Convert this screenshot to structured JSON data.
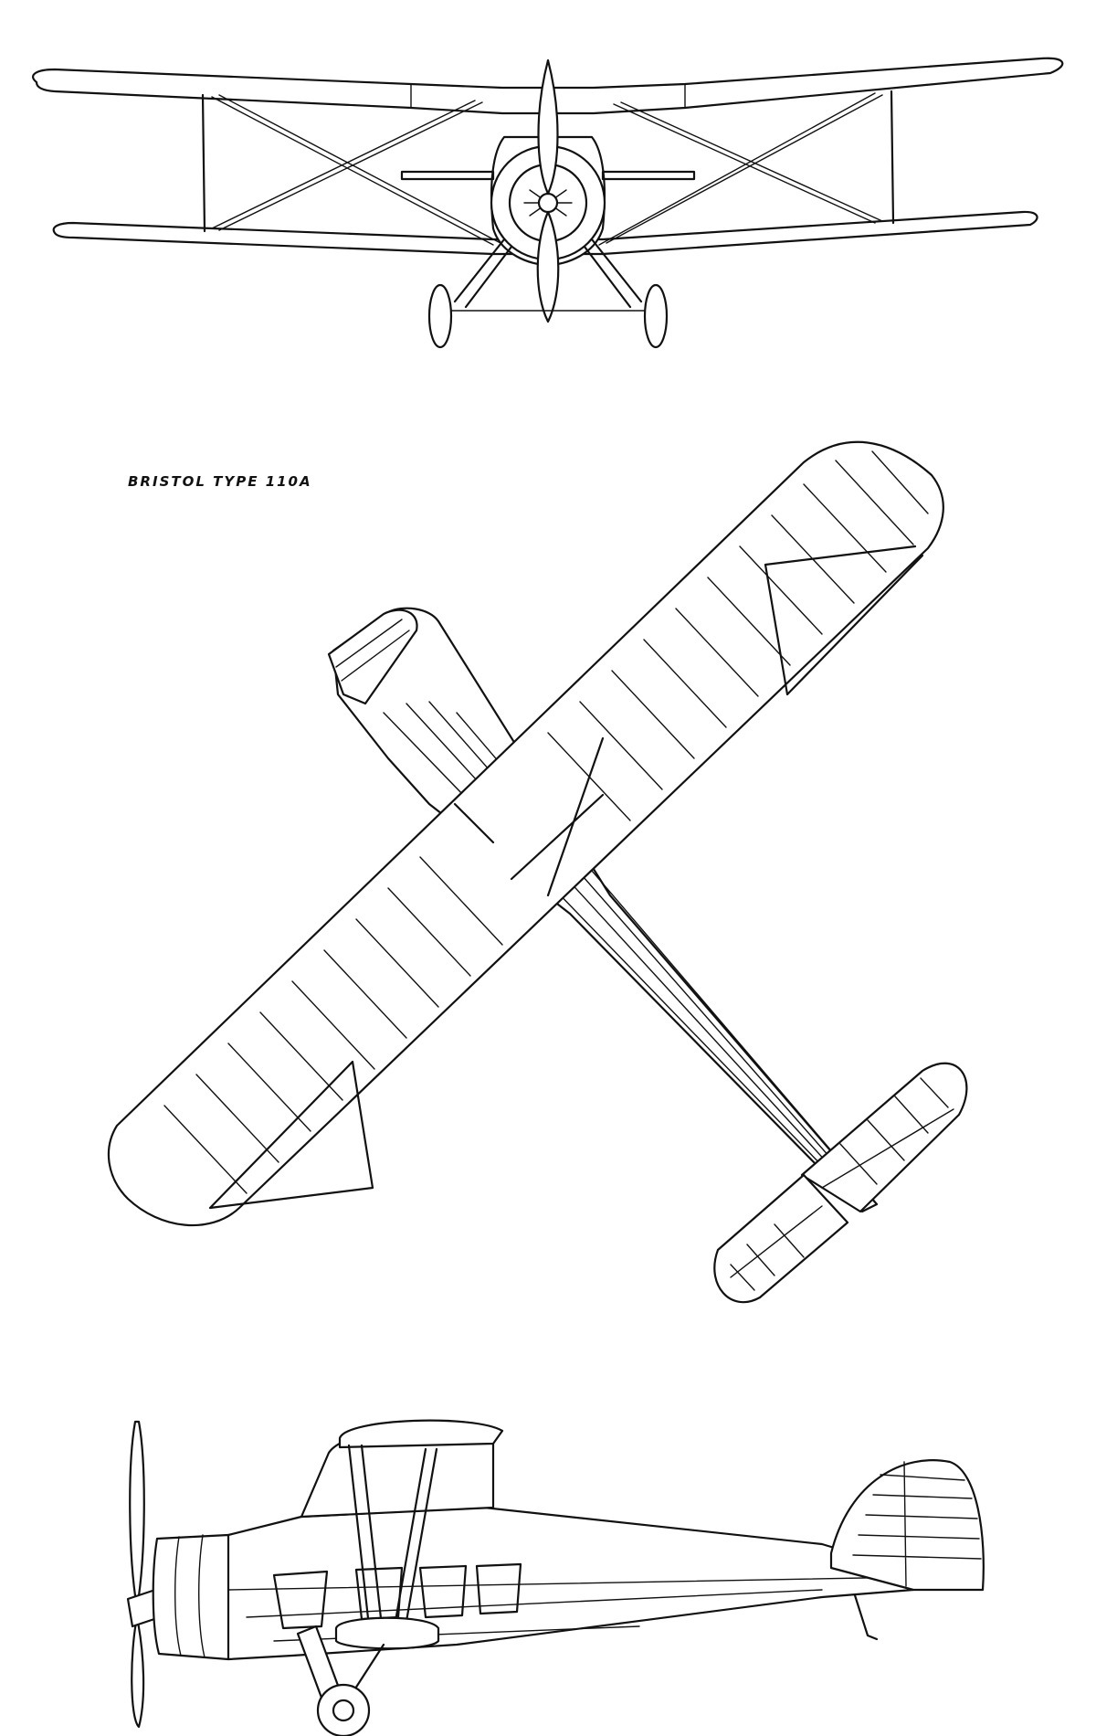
{
  "drawing": {
    "title": "BRISTOL TYPE 110A",
    "views": {
      "front": {
        "name": "front-view"
      },
      "plan": {
        "name": "plan-view"
      },
      "side": {
        "name": "side-view"
      }
    },
    "ink_color": "#111111",
    "paper_color": "#ffffff"
  }
}
